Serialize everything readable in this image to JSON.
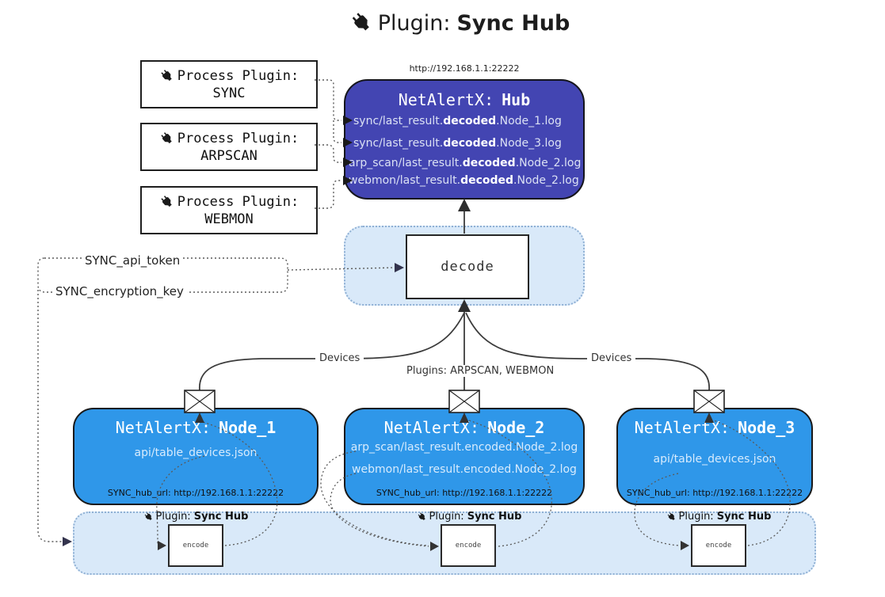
{
  "title": {
    "icon": "plug-icon",
    "label": "Plugin:",
    "label_bold": "Sync Hub"
  },
  "process_plugins": [
    {
      "icon": "plug-icon",
      "label": "Process Plugin:",
      "name": "SYNC"
    },
    {
      "icon": "plug-icon",
      "label": "Process Plugin:",
      "name": "ARPSCAN"
    },
    {
      "icon": "plug-icon",
      "label": "Process Plugin:",
      "name": "WEBMON"
    }
  ],
  "hub": {
    "url": "http://192.168.1.1:22222",
    "name_prefix": "NetAlertX:",
    "name": "Hub",
    "files": [
      {
        "pre": "sync/last_result.",
        "bold": "decoded",
        "post": ".Node_1.log"
      },
      {
        "pre": "sync/last_result.",
        "bold": "decoded",
        "post": ".Node_3.log"
      },
      {
        "pre": "arp_scan/last_result.",
        "bold": "decoded",
        "post": ".Node_2.log"
      },
      {
        "pre": "webmon/last_result.",
        "bold": "decoded",
        "post": ".Node_2.log"
      }
    ]
  },
  "decode_box": {
    "label": "decode"
  },
  "config_keys": {
    "api_token": "SYNC_api_token",
    "encryption_key": "SYNC_encryption_key"
  },
  "edge_labels": {
    "devices_left": "Devices",
    "plugins_center": "Plugins: ARPSCAN, WEBMON",
    "devices_right": "Devices"
  },
  "nodes": [
    {
      "name_prefix": "NetAlertX:",
      "name": "Node_1",
      "files": [
        "api/table_devices.json"
      ],
      "hub_url": "SYNC_hub_url: http://192.168.1.1:22222"
    },
    {
      "name_prefix": "NetAlertX:",
      "name": "Node_2",
      "files": [
        "arp_scan/last_result.encoded.Node_2.log",
        "webmon/last_result.encoded.Node_2.log"
      ],
      "hub_url": "SYNC_hub_url: http://192.168.1.1:22222"
    },
    {
      "name_prefix": "NetAlertX:",
      "name": "Node_3",
      "files": [
        "api/table_devices.json"
      ],
      "hub_url": "SYNC_hub_url: http://192.168.1.1:22222"
    }
  ],
  "encode_plugins": [
    {
      "icon": "plug-icon",
      "label": "Plugin:",
      "label_bold": "Sync Hub",
      "box_label": "encode"
    },
    {
      "icon": "plug-icon",
      "label": "Plugin:",
      "label_bold": "Sync Hub",
      "box_label": "encode"
    },
    {
      "icon": "plug-icon",
      "label": "Plugin:",
      "label_bold": "Sync Hub",
      "box_label": "encode"
    }
  ],
  "colors": {
    "hub_fill": "#4345b2",
    "node_fill": "#2f97e9",
    "panel_fill": "#d9e9f9",
    "panel_border": "#8fb0d4",
    "connector": "#3c3c3c",
    "dotted_connector": "#5a5a5a"
  }
}
